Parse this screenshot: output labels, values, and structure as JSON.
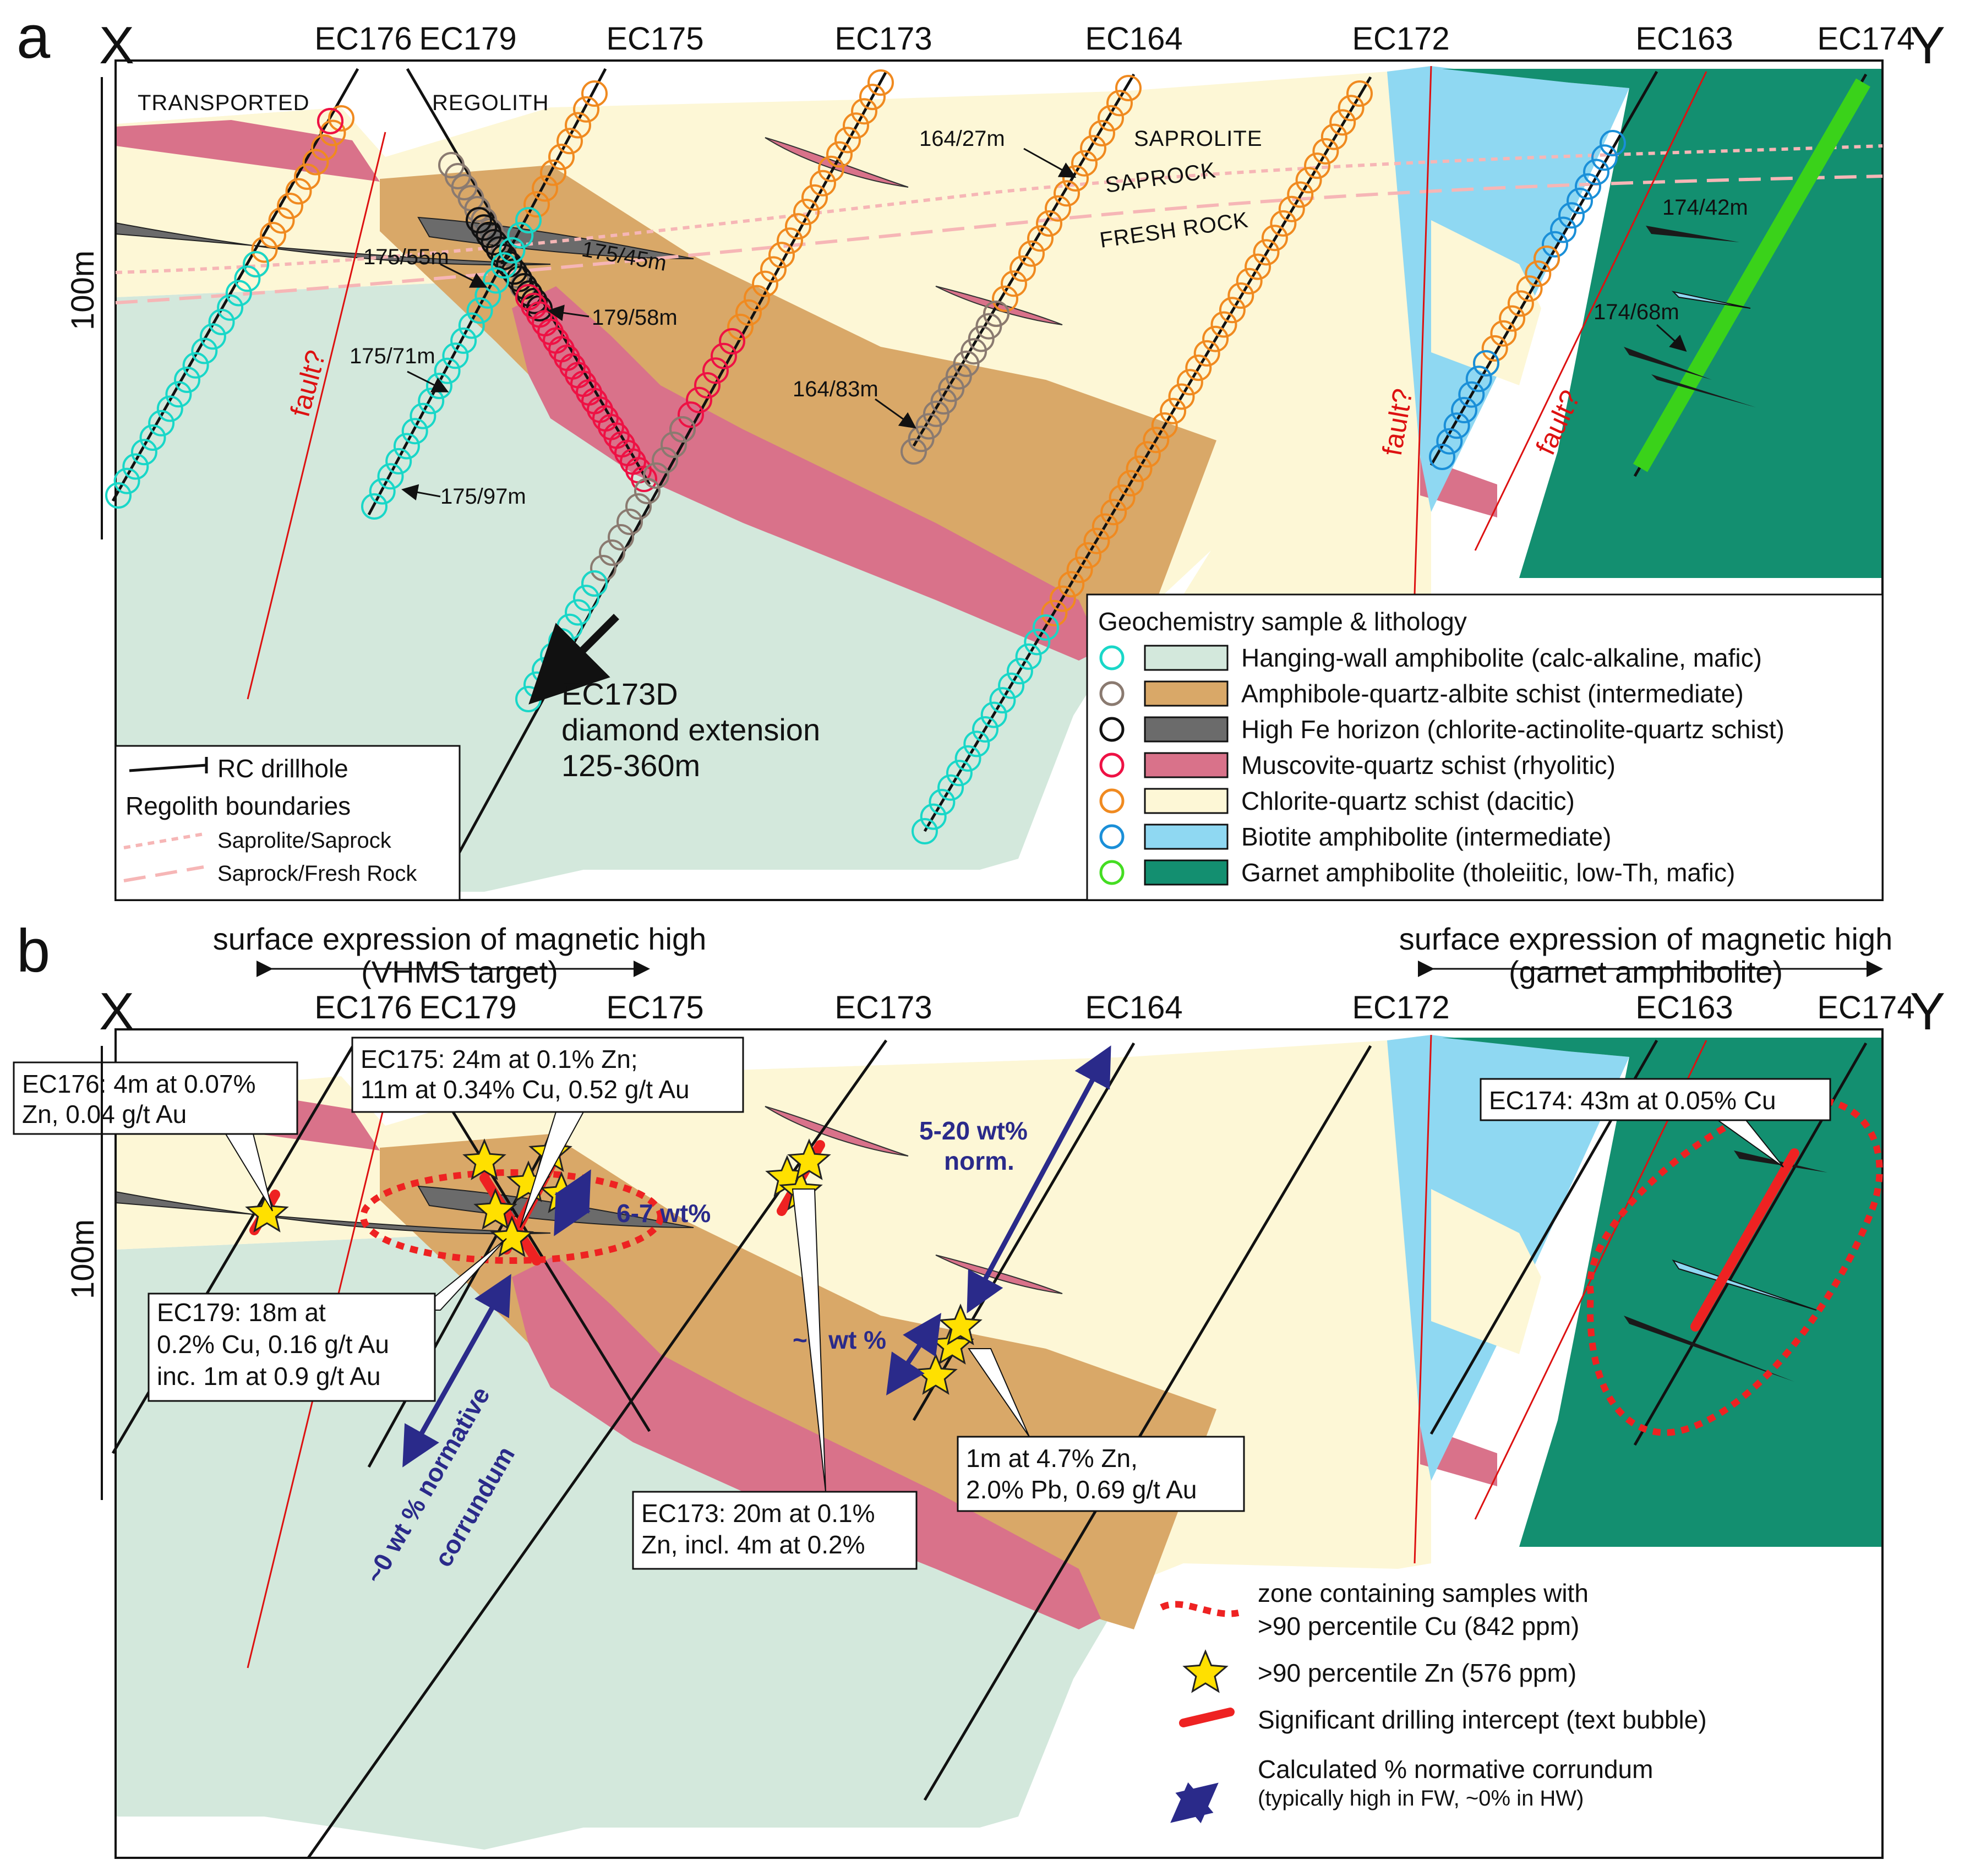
{
  "panel_a": {
    "letter": "a",
    "end_left": "X",
    "end_right": "Y",
    "scale": "100m",
    "drillholes": [
      "EC176",
      "EC179",
      "EC175",
      "EC173",
      "EC164",
      "EC172",
      "EC163",
      "EC174"
    ],
    "regolith_labels": {
      "transported": "TRANSPORTED",
      "regolith": "REGOLITH",
      "saprolite": "SAPROLITE",
      "saprock": "SAPROCK",
      "fresh_rock": "FRESH ROCK"
    },
    "depth_labels": [
      "164/27m",
      "175/45m",
      "175/55m",
      "179/58m",
      "175/71m",
      "164/83m",
      "175/97m",
      "174/42m",
      "174/68m"
    ],
    "fault_label": "fault?",
    "extension": {
      "line1": "EC173D",
      "line2": "diamond extension",
      "line3": "125-360m"
    },
    "legend_left": {
      "rc": "RC drillhole",
      "title": "Regolith boundaries",
      "sap1": "Saprolite/Saprock",
      "sap2": "Saprock/Fresh Rock"
    },
    "legend_right": {
      "title": "Geochemistry sample & lithology",
      "items": [
        {
          "label": "Hanging-wall amphibolite (calc-alkaline, mafic)",
          "fill": "#d3e8dc",
          "ring": "#19d7c8"
        },
        {
          "label": "Amphibole-quartz-albite schist (intermediate)",
          "fill": "#d9a868",
          "ring": "#8a7a70"
        },
        {
          "label": "High Fe horizon (chlorite-actinolite-quartz schist)",
          "fill": "#6b6b6b",
          "ring": "#111111"
        },
        {
          "label": "Muscovite-quartz schist (rhyolitic)",
          "fill": "#d9728a",
          "ring": "#ee1144"
        },
        {
          "label": "Chlorite-quartz schist (dacitic)",
          "fill": "#fdf7d6",
          "ring": "#f08a20"
        },
        {
          "label": "Biotite amphibolite (intermediate)",
          "fill": "#8fd8f2",
          "ring": "#1a8fd8"
        },
        {
          "label": "Garnet amphibolite (tholeiitic, low-Th, mafic)",
          "fill": "#138f70",
          "ring": "#44dd22"
        }
      ]
    }
  },
  "panel_b": {
    "letter": "b",
    "end_left": "X",
    "end_right": "Y",
    "scale": "100m",
    "drillholes": [
      "EC176",
      "EC179",
      "EC175",
      "EC173",
      "EC164",
      "EC172",
      "EC163",
      "EC174"
    ],
    "mag_left": {
      "line1": "surface expression of magnetic high",
      "line2": "(VHMS target)"
    },
    "mag_right": {
      "line1": "surface expression of magnetic high",
      "line2": "(garnet amphibolite)"
    },
    "boxes": {
      "ec176": [
        "EC176: 4m at 0.07%",
        "Zn, 0.04 g/t Au"
      ],
      "ec175": [
        "EC175: 24m at 0.1% Zn;",
        "11m at 0.34% Cu, 0.52 g/t Au"
      ],
      "ec179": [
        "EC179: 18m at",
        "0.2% Cu, 0.16 g/t Au",
        "inc. 1m at 0.9 g/t Au"
      ],
      "ec173": [
        "EC173: 20m at 0.1%",
        "Zn, incl. 4m at 0.2%"
      ],
      "ec164": [
        "1m at 4.7% Zn,",
        "2.0% Pb, 0.69 g/t Au"
      ],
      "ec174": [
        "EC174: 43m at 0.05% Cu"
      ]
    },
    "corundum": {
      "hw1": [
        "5-20 wt%",
        "norm."
      ],
      "hw2": "6-7 wt%",
      "zero1": "~0 wt %",
      "zero2": [
        "~0 wt % normative",
        "corrundum"
      ]
    },
    "legend": {
      "zone1": "zone containing samples with",
      "zone2": ">90 percentile Cu (842 ppm)",
      "zn": ">90 percentile Zn (576 ppm)",
      "intercept": "Significant drilling intercept (text bubble)",
      "cor1": "Calculated % normative corrundum",
      "cor2": "(typically high in FW, ~0% in HW)"
    }
  },
  "colors": {
    "hw_amphibolite": "#d3e8dc",
    "amph_schist": "#d9a868",
    "high_fe": "#6b6b6b",
    "muscovite": "#d9728a",
    "chlorite": "#fdf7d6",
    "biotite": "#8fd8f2",
    "garnet": "#138f70",
    "fault": "#d11",
    "corundum_arrow": "#2a2a8a",
    "intercept": "#ee2222",
    "star": "#ffe000"
  }
}
